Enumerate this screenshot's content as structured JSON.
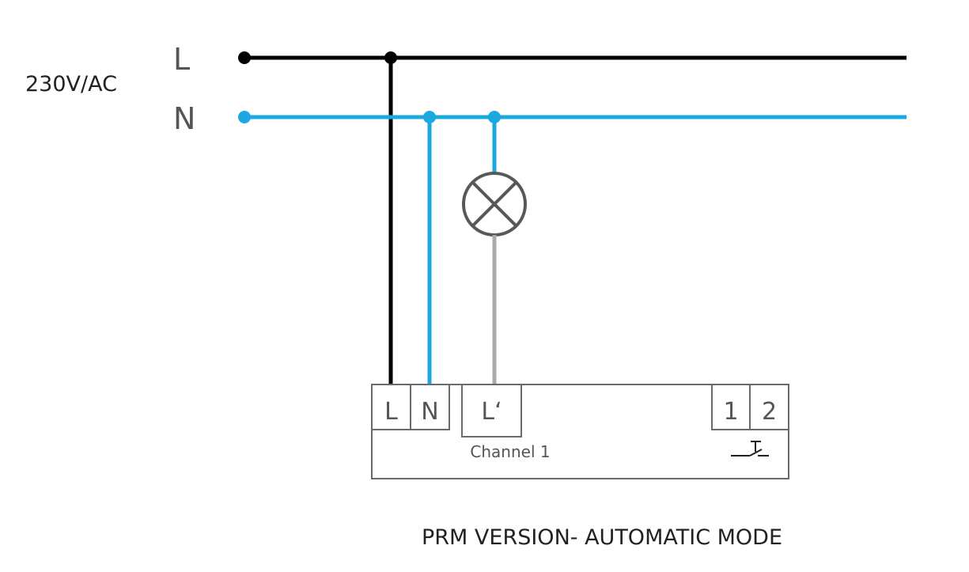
{
  "diagram": {
    "supply_label": "230V/AC",
    "lines": [
      {
        "id": "L",
        "label": "L",
        "color": "#000000"
      },
      {
        "id": "N",
        "label": "N",
        "color": "#1ba8e0"
      }
    ],
    "load_wire_color": "#aaaaaa",
    "symbol_color": "#58585a",
    "lamp": {
      "symbol": "lamp-cross-circle"
    },
    "device": {
      "terminals": [
        {
          "id": "L",
          "label": "L"
        },
        {
          "id": "N",
          "label": "N"
        },
        {
          "id": "Lout",
          "label": "L‘"
        },
        {
          "id": "T1",
          "label": "1"
        },
        {
          "id": "T2",
          "label": "2"
        }
      ],
      "channel_label": "Channel 1",
      "switch_symbol": "pushbutton-switch"
    },
    "caption": "PRM VERSION- AUTOMATIC MODE"
  }
}
